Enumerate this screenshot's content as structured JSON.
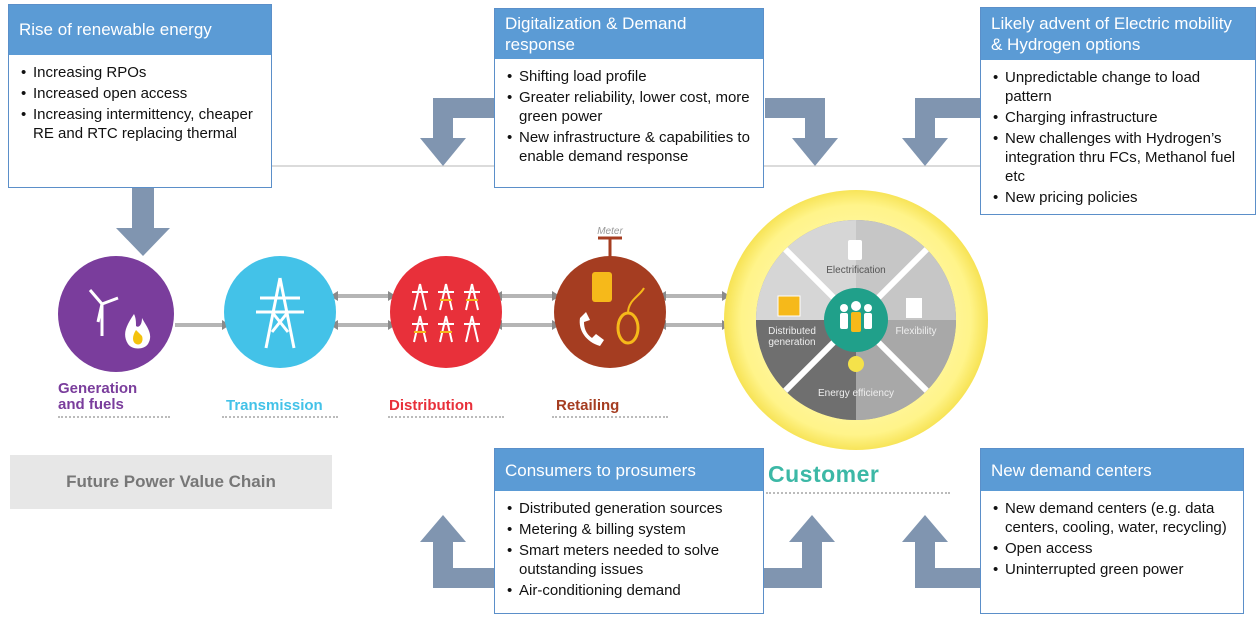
{
  "boxes": {
    "renewable": {
      "title": "Rise of renewable energy",
      "items": [
        "Increasing RPOs",
        "Increased open access",
        "Increasing intermittency, cheaper RE and RTC replacing thermal"
      ]
    },
    "digital": {
      "title": "Digitalization & Demand response",
      "items": [
        "Shifting load profile",
        "Greater reliability, lower cost, more green power",
        "New infrastructure & capabilities to enable demand response"
      ]
    },
    "mobility": {
      "title": "Likely advent of Electric mobility & Hydrogen options",
      "items": [
        "Unpredictable change to load pattern",
        "Charging infrastructure",
        "New challenges with Hydrogen’s integration thru FCs, Methanol fuel etc",
        "New pricing policies"
      ]
    },
    "prosumers": {
      "title": "Consumers to prosumers",
      "items": [
        "Distributed generation sources",
        "Metering & billing system",
        "Smart meters needed to solve outstanding issues",
        "Air-conditioning demand"
      ]
    },
    "demand": {
      "title": "New demand centers",
      "items": [
        "New demand centers  (e.g. data centers, cooling, water, recycling)",
        "Open access",
        "Uninterrupted green power"
      ]
    }
  },
  "chain": {
    "generation": {
      "label": "Generation and fuels",
      "color": "#7a3d9c",
      "icon": "wind-turbine-flame-icon"
    },
    "transmission": {
      "label": "Transmission",
      "color": "#43c2e8",
      "icon": "transmission-tower-icon"
    },
    "distribution": {
      "label": "Distribution",
      "color": "#e8303a",
      "icon": "distribution-towers-icon"
    },
    "retailing": {
      "label": "Retailing",
      "color": "#a53d21",
      "icon": "phone-mouse-icon",
      "meter_label": "Meter"
    }
  },
  "customer": {
    "label": "Customer",
    "segments": {
      "top": "Electrification",
      "right": "Flexibility",
      "bottom": "Energy efficiency",
      "left": "Distributed generation"
    }
  },
  "title": "Future Power Value Chain",
  "colors": {
    "box_header": "#5b9bd5",
    "arrow": "#8095b0",
    "customer_ring": "#f3dc3a",
    "customer_center": "#20a08a"
  }
}
